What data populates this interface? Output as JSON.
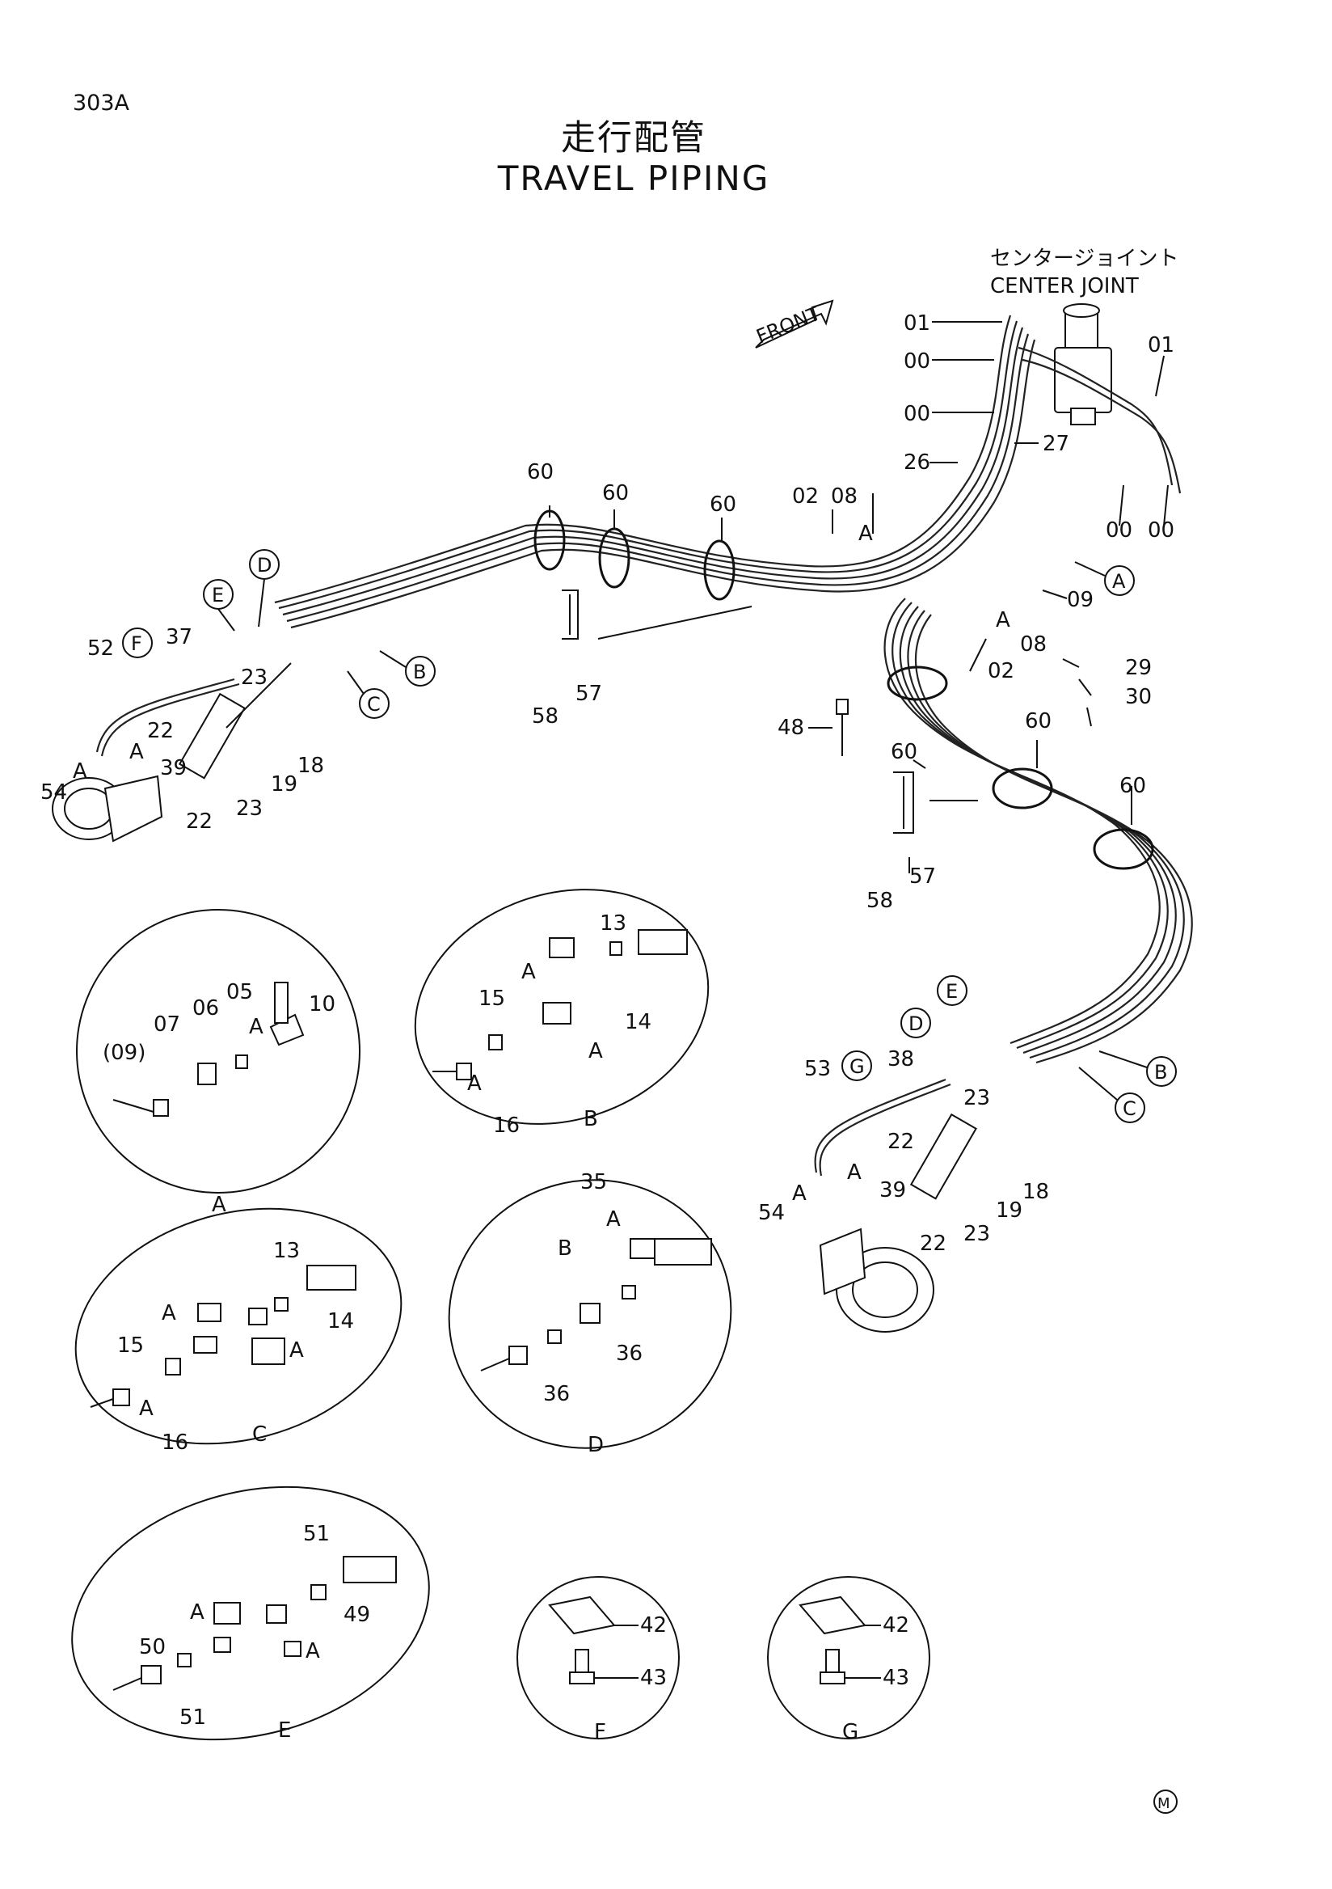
{
  "page_code": "303A",
  "title_jp": "走行配管",
  "title_en": "TRAVEL PIPING",
  "center_joint_jp": "センタージョイント",
  "center_joint_en": "CENTER JOINT",
  "front_label": "FRONT",
  "corner_mark": "M",
  "main_labels": {
    "l01a": "01",
    "l00a": "00",
    "l00b": "00",
    "l01b": "01",
    "l26": "26",
    "l27": "27",
    "l00c": "00",
    "l00d": "00",
    "l02a": "02",
    "l08a": "08",
    "lA1": "A",
    "l60a": "60",
    "l60b": "60",
    "l60c": "60",
    "l09": "09",
    "lA2": "A",
    "l08b": "08",
    "l02b": "02",
    "l29": "29",
    "l30": "30",
    "l48": "48",
    "l60d": "60",
    "l60e": "60",
    "l60f": "60",
    "l57a": "57",
    "l58a": "58",
    "l57b": "57",
    "l58b": "58",
    "l52": "52",
    "l37": "37",
    "l23a": "23",
    "l22a": "22",
    "lA3": "A",
    "l39a": "39",
    "l54a": "54",
    "lA4": "A",
    "l22b": "22",
    "l23b": "23",
    "l19a": "19",
    "l18a": "18",
    "l53": "53",
    "l38": "38",
    "l23c": "23",
    "l22c": "22",
    "lA5": "A",
    "l39b": "39",
    "l54b": "54",
    "lA6": "A",
    "l22d": "22",
    "l23d": "23",
    "l19b": "19",
    "l18b": "18"
  },
  "callouts_left": {
    "E": "E",
    "D": "D",
    "F": "F",
    "B": "B",
    "C": "C"
  },
  "callouts_right": {
    "E": "E",
    "D": "D",
    "G": "G",
    "B": "B",
    "C": "C",
    "A": "A"
  },
  "detail_a": {
    "name": "A",
    "l09": "(09)",
    "l07": "07",
    "l06": "06",
    "l05": "05",
    "lA": "A",
    "l10": "10"
  },
  "detail_b": {
    "name": "B",
    "l13": "13",
    "l15": "15",
    "lA1": "A",
    "l14": "14",
    "lA2": "A",
    "lA3": "A",
    "l16": "16"
  },
  "detail_c": {
    "name": "C",
    "l13": "13",
    "lA1": "A",
    "l15": "15",
    "l14": "14",
    "lA2": "A",
    "lA3": "A",
    "l16": "16"
  },
  "detail_d": {
    "name": "D",
    "l35": "35",
    "lA": "A",
    "lB": "B",
    "l36a": "36",
    "l36b": "36"
  },
  "detail_e": {
    "name": "E",
    "l51a": "51",
    "lA1": "A",
    "l50": "50",
    "l49": "49",
    "lA2": "A",
    "l51b": "51"
  },
  "detail_f": {
    "name": "F",
    "l42": "42",
    "l43": "43"
  },
  "detail_g": {
    "name": "G",
    "l42": "42",
    "l43": "43"
  }
}
